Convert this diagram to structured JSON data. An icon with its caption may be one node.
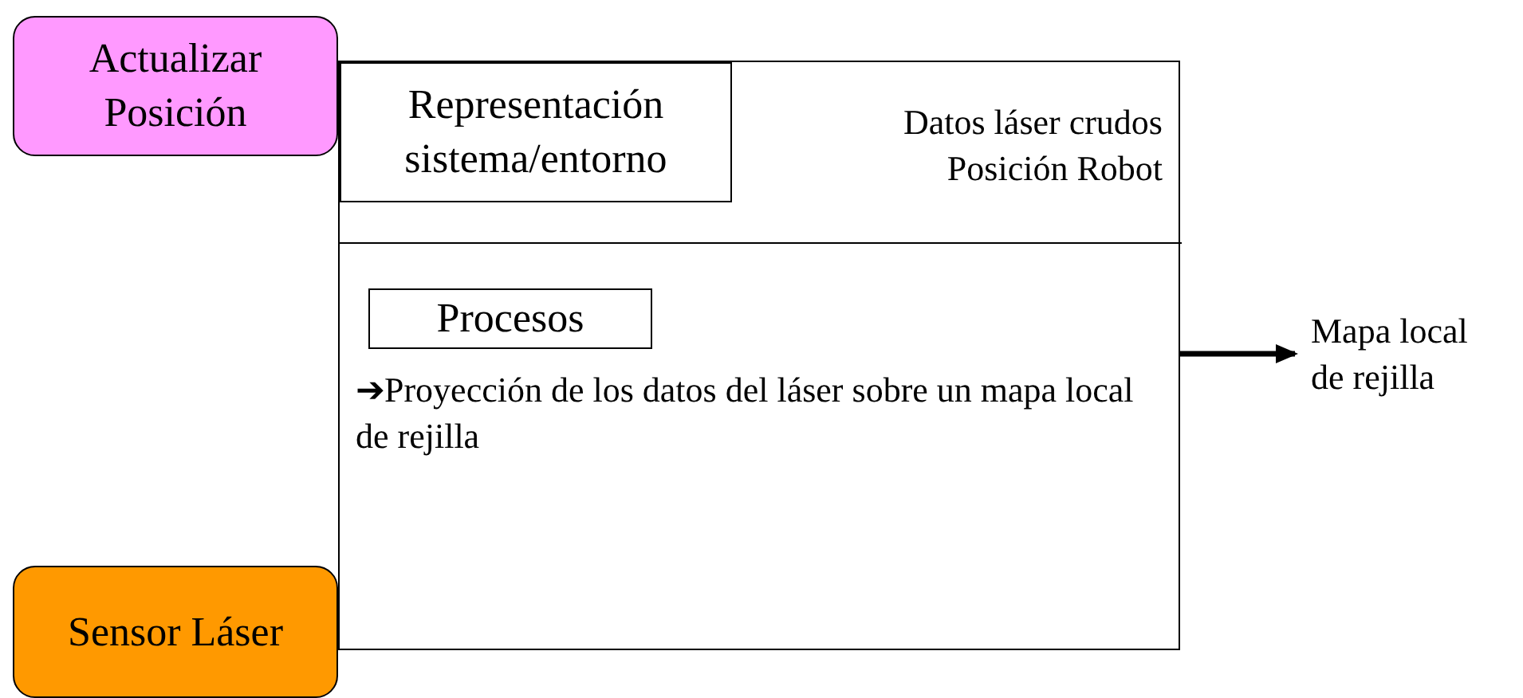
{
  "diagram": {
    "nodes": [
      {
        "text": [
          "Actualizar Posición"
        ]
      },
      {
        "text": [],
        "shape": "box"
      },
      {
        "text": [
          "Datos láser crudos Posición Robot"
        ],
        "in": 1
      },
      {
        "text": [
          "Representación sistema/entorno"
        ],
        "in": 2
      },
      {
        "text": [
          "➔Proyección de los datos del láser sobre un mapa local de rejilla"
        ],
        "in": 1
      },
      {
        "text": [
          "Procesos"
        ],
        "in": 4
      },
      {
        "text": [
          "Mapa local de rejilla"
        ]
      },
      {
        "text": [
          "Sensor Láser"
        ]
      }
    ],
    "edges": [
      {
        "from": 1,
        "to": 6,
        "arrow": "to"
      }
    ]
  }
}
